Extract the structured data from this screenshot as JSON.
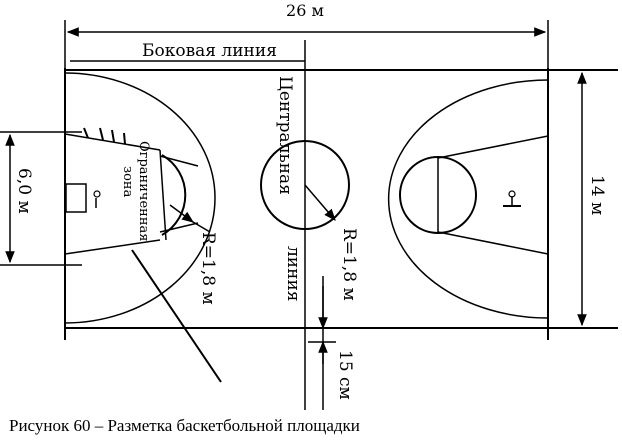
{
  "labels": {
    "court_length": "26 м",
    "side_line": "Боковая линия",
    "center_line_top": "Центральная",
    "center_line_bottom": "линия",
    "restricted_zone_1": "Ограниченная",
    "restricted_zone_2": "зона",
    "radius_left": "R=1,8 м",
    "radius_center": "R=1,8 м",
    "width_6m": "6,0 м",
    "width_14m": "14 м",
    "line_width": "15 см"
  },
  "caption": "Рисунок 60 – Разметка баскетбольной площадки",
  "colors": {
    "ink": "#000000",
    "background": "#ffffff"
  }
}
